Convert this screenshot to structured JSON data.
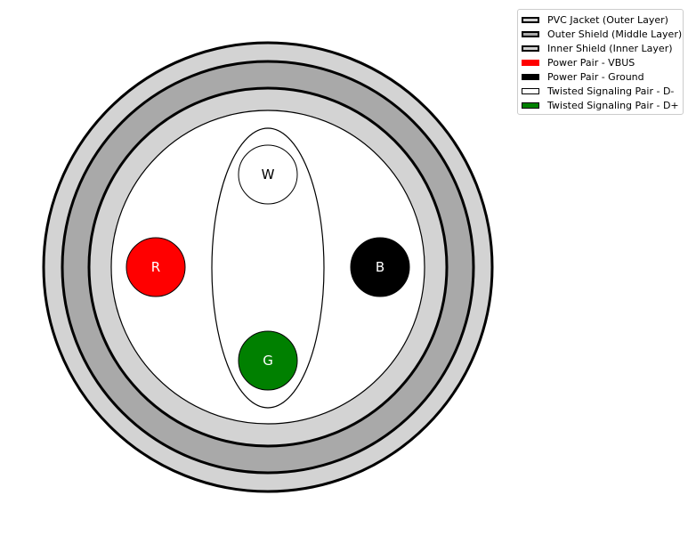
{
  "diagram": {
    "layers": [
      {
        "id": "jacket",
        "legend": "PVC Jacket (Outer Layer)",
        "fill": "#d3d3d3",
        "stroke": "#000000"
      },
      {
        "id": "outer_shield",
        "legend": "Outer Shield (Middle Layer)",
        "fill": "#a9a9a9",
        "stroke": "#000000"
      },
      {
        "id": "inner_shield",
        "legend": "Inner Shield (Inner Layer)",
        "fill": "#d3d3d3",
        "stroke": "#000000"
      }
    ],
    "core_fill": "#ffffff",
    "wires": [
      {
        "id": "vbus",
        "letter": "R",
        "legend": "Power Pair - VBUS",
        "fill": "#ff0000",
        "text_color": "#ffffff"
      },
      {
        "id": "ground",
        "letter": "B",
        "legend": "Power Pair - Ground",
        "fill": "#000000",
        "text_color": "#ffffff"
      },
      {
        "id": "d_minus",
        "letter": "W",
        "legend": "Twisted Signaling Pair - D-",
        "fill": "#ffffff",
        "text_color": "#000000"
      },
      {
        "id": "d_plus",
        "letter": "G",
        "legend": "Twisted Signaling Pair - D+",
        "fill": "#008000",
        "text_color": "#ffffff"
      }
    ]
  },
  "legend": {
    "items": [
      {
        "label": "PVC Jacket (Outer Layer)",
        "fill": "#d3d3d3",
        "stroke": "#000000",
        "thick": true
      },
      {
        "label": "Outer Shield (Middle Layer)",
        "fill": "#a9a9a9",
        "stroke": "#000000",
        "thick": true
      },
      {
        "label": "Inner Shield (Inner Layer)",
        "fill": "#d3d3d3",
        "stroke": "#000000",
        "thick": true
      },
      {
        "label": "Power Pair - VBUS",
        "fill": "#ff0000",
        "stroke": "#ff0000",
        "thick": false
      },
      {
        "label": "Power Pair - Ground",
        "fill": "#000000",
        "stroke": "#000000",
        "thick": false
      },
      {
        "label": "Twisted Signaling Pair - D-",
        "fill": "#ffffff",
        "stroke": "#000000",
        "thick": false
      },
      {
        "label": "Twisted Signaling Pair - D+",
        "fill": "#008000",
        "stroke": "#000000",
        "thick": false
      }
    ]
  }
}
